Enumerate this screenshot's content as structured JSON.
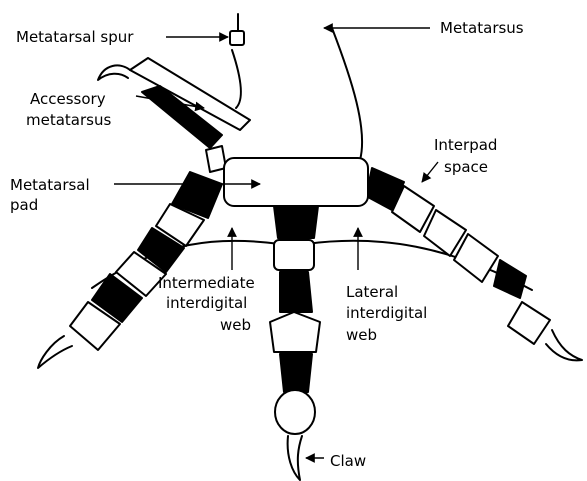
{
  "labels": {
    "metatarsal_spur": "Metatarsal spur",
    "metatarsus": "Metatarsus",
    "accessory_line1": "Accessory",
    "accessory_line2": "metatarsus",
    "metatarsal_pad_line1": "Metatarsal",
    "metatarsal_pad_line2": "pad",
    "interpad_line1": "Interpad",
    "interpad_line2": "space",
    "intermediate_line1": "Intermediate",
    "intermediate_line2": "interdigital",
    "intermediate_line3": "web",
    "lateral_line1": "Lateral",
    "lateral_line2": "interdigital",
    "lateral_line3": "web",
    "claw": "Claw"
  },
  "colors": {
    "ink": "#000000",
    "background": "#ffffff"
  }
}
